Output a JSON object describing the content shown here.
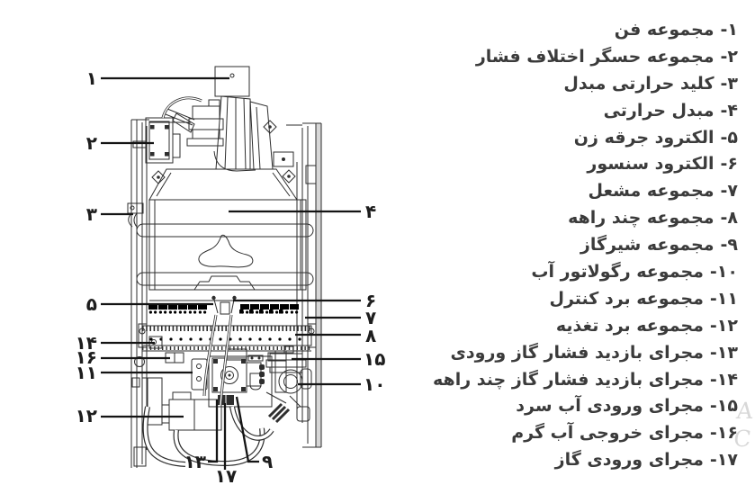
{
  "page": {
    "background": "#ffffff",
    "text_color": "#3b3b3b",
    "line_color": "#2e2e2e",
    "leader_color": "#141414",
    "panel_gray": "#c9c9c9",
    "watermark_color": "#d8d8d8"
  },
  "parts_list": {
    "direction": "rtl",
    "items": [
      {
        "num_label": "۱-",
        "label": "مجموعه فن"
      },
      {
        "num_label": "۲-",
        "label": "مجموعه حسگر اختلاف فشار"
      },
      {
        "num_label": "۳-",
        "label": "کلید حرارتی مبدل"
      },
      {
        "num_label": "۴-",
        "label": "مبدل حرارتی"
      },
      {
        "num_label": "۵-",
        "label": "الکترود جرقه زن"
      },
      {
        "num_label": "۶-",
        "label": "الکترود سنسور"
      },
      {
        "num_label": "۷-",
        "label": "مجموعه مشعل"
      },
      {
        "num_label": "۸-",
        "label": "مجموعه چند راهه"
      },
      {
        "num_label": "۹-",
        "label": "مجموعه شیرگاز"
      },
      {
        "num_label": "۱۰-",
        "label": "مجموعه رگولاتور آب"
      },
      {
        "num_label": "۱۱-",
        "label": "مجموعه برد کنترل"
      },
      {
        "num_label": "۱۲-",
        "label": "مجموعه برد تغذیه"
      },
      {
        "num_label": "۱۳-",
        "label": "مجرای بازدید فشار گاز ورودی"
      },
      {
        "num_label": "۱۴-",
        "label": "مجرای بازدید فشار گاز چند راهه"
      },
      {
        "num_label": "۱۵-",
        "label": "مجرای ورودی آب سرد"
      },
      {
        "num_label": "۱۶-",
        "label": "مجرای خروجی آب گرم"
      },
      {
        "num_label": "۱۷-",
        "label": "مجرای ورودی گاز"
      }
    ]
  },
  "diagram": {
    "callouts": {
      "n1": "۱",
      "n2": "۲",
      "n3": "۳",
      "n4": "۴",
      "n5": "۵",
      "n6": "۶",
      "n7": "۷",
      "n8": "۸",
      "n9": "۹",
      "n10": "۱۰",
      "n11": "۱۱",
      "n12": "۱۲",
      "n13": "۱۳",
      "n14": "۱۴",
      "n15": "۱۵",
      "n16": "۱۶",
      "n17": "۱۷"
    }
  },
  "watermark": {
    "letter_top": "A",
    "letter_bottom": "C"
  }
}
